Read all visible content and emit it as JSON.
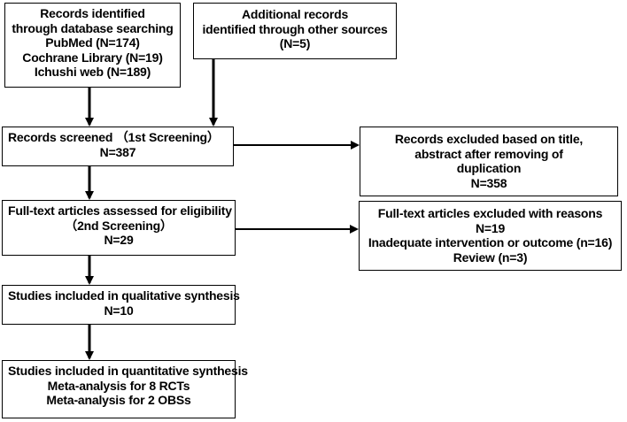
{
  "boxes": {
    "database_search": {
      "lines": [
        "Records identified",
        "through database searching",
        "PubMed (N=174)",
        "Cochrane Library (N=19)",
        "Ichushi web (N=189)"
      ]
    },
    "other_sources": {
      "lines": [
        "Additional records",
        "identified through other sources",
        "(N=5)"
      ]
    },
    "screened": {
      "lines": [
        "Records screened （1st Screening）",
        "N=387"
      ]
    },
    "excluded_screening": {
      "lines": [
        "Records excluded based on title,",
        "abstract after removing of",
        "duplication",
        "N=358"
      ]
    },
    "eligibility": {
      "lines": [
        "Full-text articles assessed for eligibility",
        "（2nd Screening）",
        "N=29"
      ]
    },
    "excluded_fulltext": {
      "lines": [
        "Full-text articles excluded with reasons",
        "N=19",
        "Inadequate intervention or outcome (n=16)",
        "Review (n=3)"
      ]
    },
    "qualitative": {
      "lines": [
        "Studies included in qualitative synthesis",
        "N=10"
      ]
    },
    "quantitative": {
      "lines": [
        "Studies included in quantitative synthesis",
        "Meta-analysis for 8 RCTs",
        "Meta-analysis for 2 OBSs"
      ]
    }
  }
}
